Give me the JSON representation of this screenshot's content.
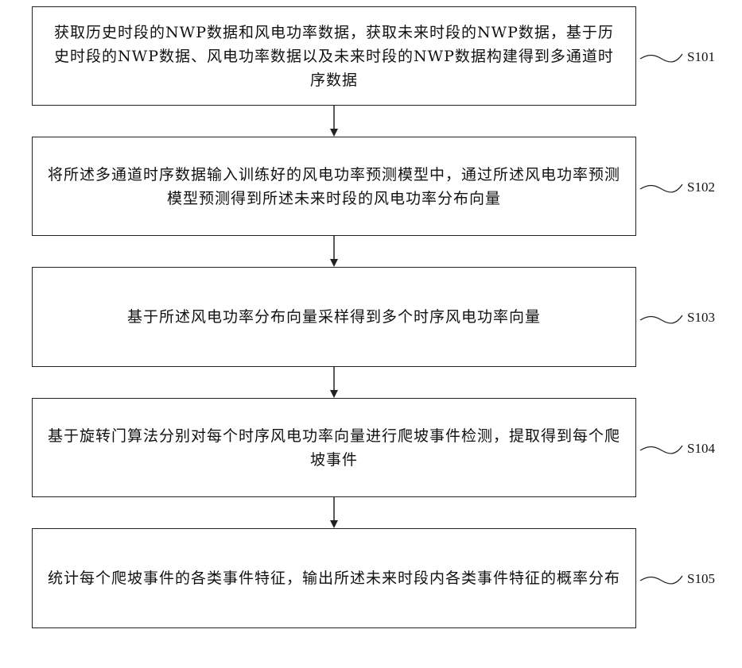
{
  "steps": [
    {
      "text": "获取历史时段的NWP数据和风电功率数据，获取未来时段的NWP数据，基于历史时段的NWP数据、风电功率数据以及未来时段的NWP数据构建得到多通道时序数据",
      "label": "S101"
    },
    {
      "text": "将所述多通道时序数据输入训练好的风电功率预测模型中，通过所述风电功率预测模型预测得到所述未来时段的风电功率分布向量",
      "label": "S102"
    },
    {
      "text": "基于所述风电功率分布向量采样得到多个时序风电功率向量",
      "label": "S103"
    },
    {
      "text": "基于旋转门算法分别对每个时序风电功率向量进行爬坡事件检测，提取得到每个爬坡事件",
      "label": "S104"
    },
    {
      "text": "统计每个爬坡事件的各类事件特征，输出所述未来时段内各类事件特征的概率分布",
      "label": "S105"
    }
  ]
}
